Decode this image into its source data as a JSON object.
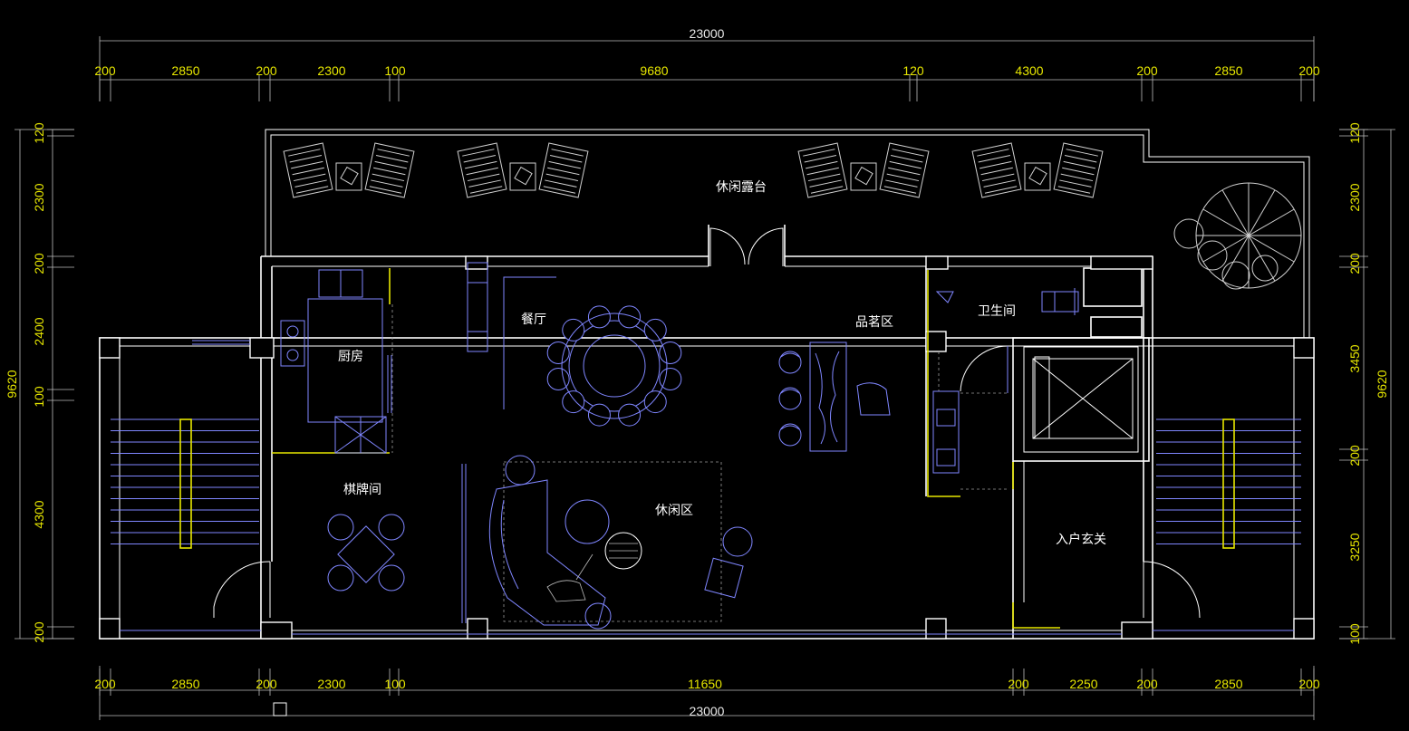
{
  "dimensions": {
    "top_total": "23000",
    "top_segments": [
      "200",
      "2850",
      "200",
      "2300",
      "100",
      "9680",
      "120",
      "4300",
      "200",
      "2850",
      "200"
    ],
    "bottom_segments": [
      "200",
      "2850",
      "200",
      "2300",
      "100",
      "11650",
      "200",
      "2250",
      "200",
      "2850",
      "200"
    ],
    "bottom_total": "23000",
    "left_total": "9620",
    "left_segments": [
      "120",
      "2300",
      "200",
      "2400",
      "100",
      "4300",
      "200"
    ],
    "right_total": "9620",
    "right_segments": [
      "120",
      "2300",
      "200",
      "3450",
      "200",
      "3250",
      "100"
    ]
  },
  "rooms": {
    "terrace": "休闲露台",
    "kitchen": "厨房",
    "dining": "餐厅",
    "tea_area": "品茗区",
    "bathroom": "卫生间",
    "mahjong_room": "棋牌间",
    "lounge": "休闲区",
    "entrance": "入户玄关"
  },
  "colors": {
    "background": "#000000",
    "walls": "#ffffff",
    "furniture": "#7f86ff",
    "dimension_text": "#e6e600",
    "accent_lines": "#e6e600"
  }
}
